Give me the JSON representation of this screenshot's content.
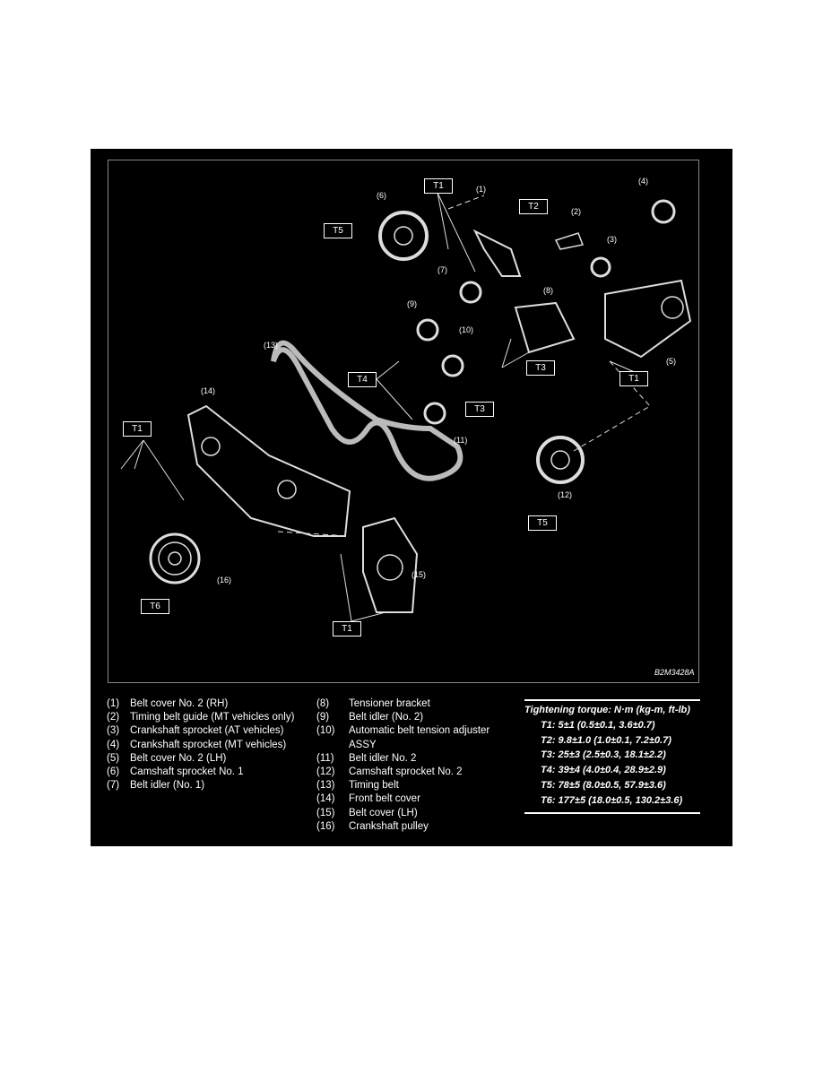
{
  "diagram": {
    "image_code": "B2M3428A",
    "callouts": [
      "(1)",
      "(2)",
      "(3)",
      "(4)",
      "(5)",
      "(6)",
      "(7)",
      "(8)",
      "(9)",
      "(10)",
      "(11)",
      "(12)",
      "(13)",
      "(14)",
      "(15)",
      "(16)"
    ],
    "torque_tags": {
      "t1": "T1",
      "t2": "T2",
      "t3": "T3",
      "t4": "T4",
      "t5": "T5",
      "t6": "T6"
    }
  },
  "legend": {
    "col1": [
      {
        "num": "(1)",
        "text": "Belt cover No. 2 (RH)"
      },
      {
        "num": "(2)",
        "text": "Timing belt guide (MT vehicles only)"
      },
      {
        "num": "(3)",
        "text": "Crankshaft sprocket (AT vehicles)"
      },
      {
        "num": "(4)",
        "text": "Crankshaft sprocket (MT vehicles)"
      },
      {
        "num": "(5)",
        "text": "Belt cover No. 2 (LH)"
      },
      {
        "num": "(6)",
        "text": "Camshaft sprocket No. 1"
      },
      {
        "num": "(7)",
        "text": "Belt idler (No. 1)"
      }
    ],
    "col2": [
      {
        "num": "(8)",
        "text": "Tensioner bracket"
      },
      {
        "num": "(9)",
        "text": "Belt idler (No. 2)"
      },
      {
        "num": "(10)",
        "text": "Automatic belt tension adjuster ASSY"
      },
      {
        "num": "(11)",
        "text": "Belt idler No. 2"
      },
      {
        "num": "(12)",
        "text": "Camshaft sprocket No. 2"
      },
      {
        "num": "(13)",
        "text": "Timing belt"
      },
      {
        "num": "(14)",
        "text": "Front belt cover"
      },
      {
        "num": "(15)",
        "text": "Belt cover (LH)"
      },
      {
        "num": "(16)",
        "text": "Crankshaft pulley"
      }
    ]
  },
  "torque": {
    "title": "Tightening torque: N·m (kg-m, ft-lb)",
    "rows": [
      "T1: 5±1 (0.5±0.1, 3.6±0.7)",
      "T2: 9.8±1.0 (1.0±0.1, 7.2±0.7)",
      "T3: 25±3 (2.5±0.3, 18.1±2.2)",
      "T4: 39±4 (4.0±0.4, 28.9±2.9)",
      "T5: 78±5 (8.0±0.5, 57.9±3.6)",
      "T6: 177±5 (18.0±0.5, 130.2±3.6)"
    ]
  }
}
